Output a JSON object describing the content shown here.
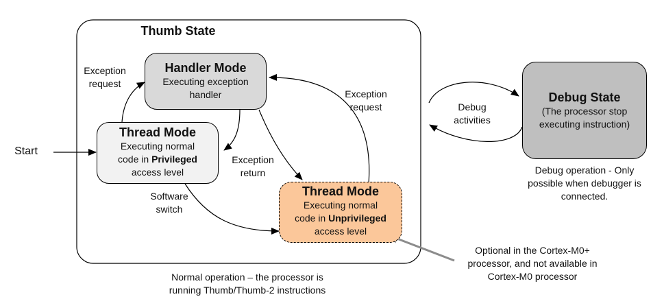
{
  "thumb_state": {
    "title": "Thumb State",
    "caption_line1": "Normal operation – the processor is",
    "caption_line2": "running Thumb/Thumb-2 instructions"
  },
  "handler_mode": {
    "title": "Handler Mode",
    "line1": "Executing exception",
    "line2": "handler"
  },
  "thread_priv": {
    "title": "Thread Mode",
    "line1": "Executing normal",
    "line2_prefix": "code in ",
    "line2_bold": "Privileged",
    "line3": "access level"
  },
  "thread_unpriv": {
    "title": "Thread Mode",
    "line1": "Executing normal",
    "line2_prefix": "code in ",
    "line2_bold": "Unprivileged",
    "line3": "access level"
  },
  "debug_state": {
    "title": "Debug State",
    "line1": "(The processor stop",
    "line2": "executing instruction)",
    "caption_line1": "Debug operation - Only",
    "caption_line2": "possible when debugger is",
    "caption_line3": "connected."
  },
  "labels": {
    "start": "Start",
    "exc_req_left_1": "Exception",
    "exc_req_left_2": "request",
    "exc_req_right_1": "Exception",
    "exc_req_right_2": "request",
    "exc_return_1": "Exception",
    "exc_return_2": "return",
    "sw_switch_1": "Software",
    "sw_switch_2": "switch",
    "debug_act_1": "Debug",
    "debug_act_2": "activities"
  },
  "note": {
    "line1": "Optional in the Cortex-M0+",
    "line2": "processor, and not available in",
    "line3": "Cortex-M0 processor"
  },
  "colors": {
    "handler_fill": "#d9d9d9",
    "thread_priv_fill": "#f2f2f2",
    "thread_unpriv_fill": "#fbc79a",
    "debug_fill": "#bfbfbf",
    "pointer_arrow": "#8c8c8c"
  }
}
